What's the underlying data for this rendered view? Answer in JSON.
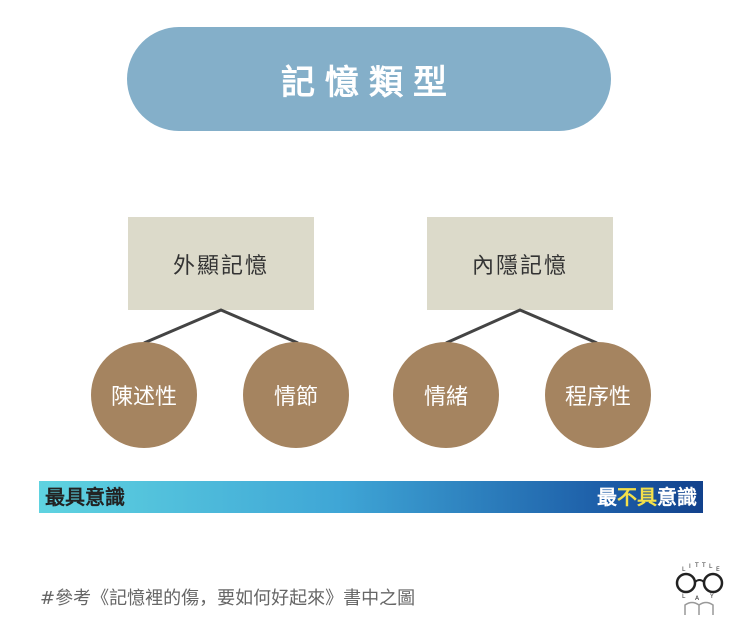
{
  "title": "記憶類型",
  "categories": [
    {
      "label": "外顯記憶",
      "children": [
        "陳述性",
        "情節"
      ]
    },
    {
      "label": "內隱記憶",
      "children": [
        "情緒",
        "程序性"
      ]
    }
  ],
  "scale": {
    "left_label": "最具意識",
    "right_prefix": "最",
    "right_highlight": "不具",
    "right_suffix": "意識",
    "colors": {
      "start": "#5fd3e0",
      "end": "#12418c",
      "highlight": "#f5e04a"
    }
  },
  "caption": "#參考《記憶裡的傷，要如何好起來》書中之圖",
  "logo": {
    "letters_top": [
      "L",
      "I",
      "T",
      "T",
      "L",
      "E"
    ],
    "letters_bottom": [
      "L",
      "A",
      "Y"
    ]
  },
  "colors": {
    "title_bg": "#84afc9",
    "box_bg": "#dcdaca",
    "circle_bg": "#a58460",
    "connector": "#444444"
  }
}
